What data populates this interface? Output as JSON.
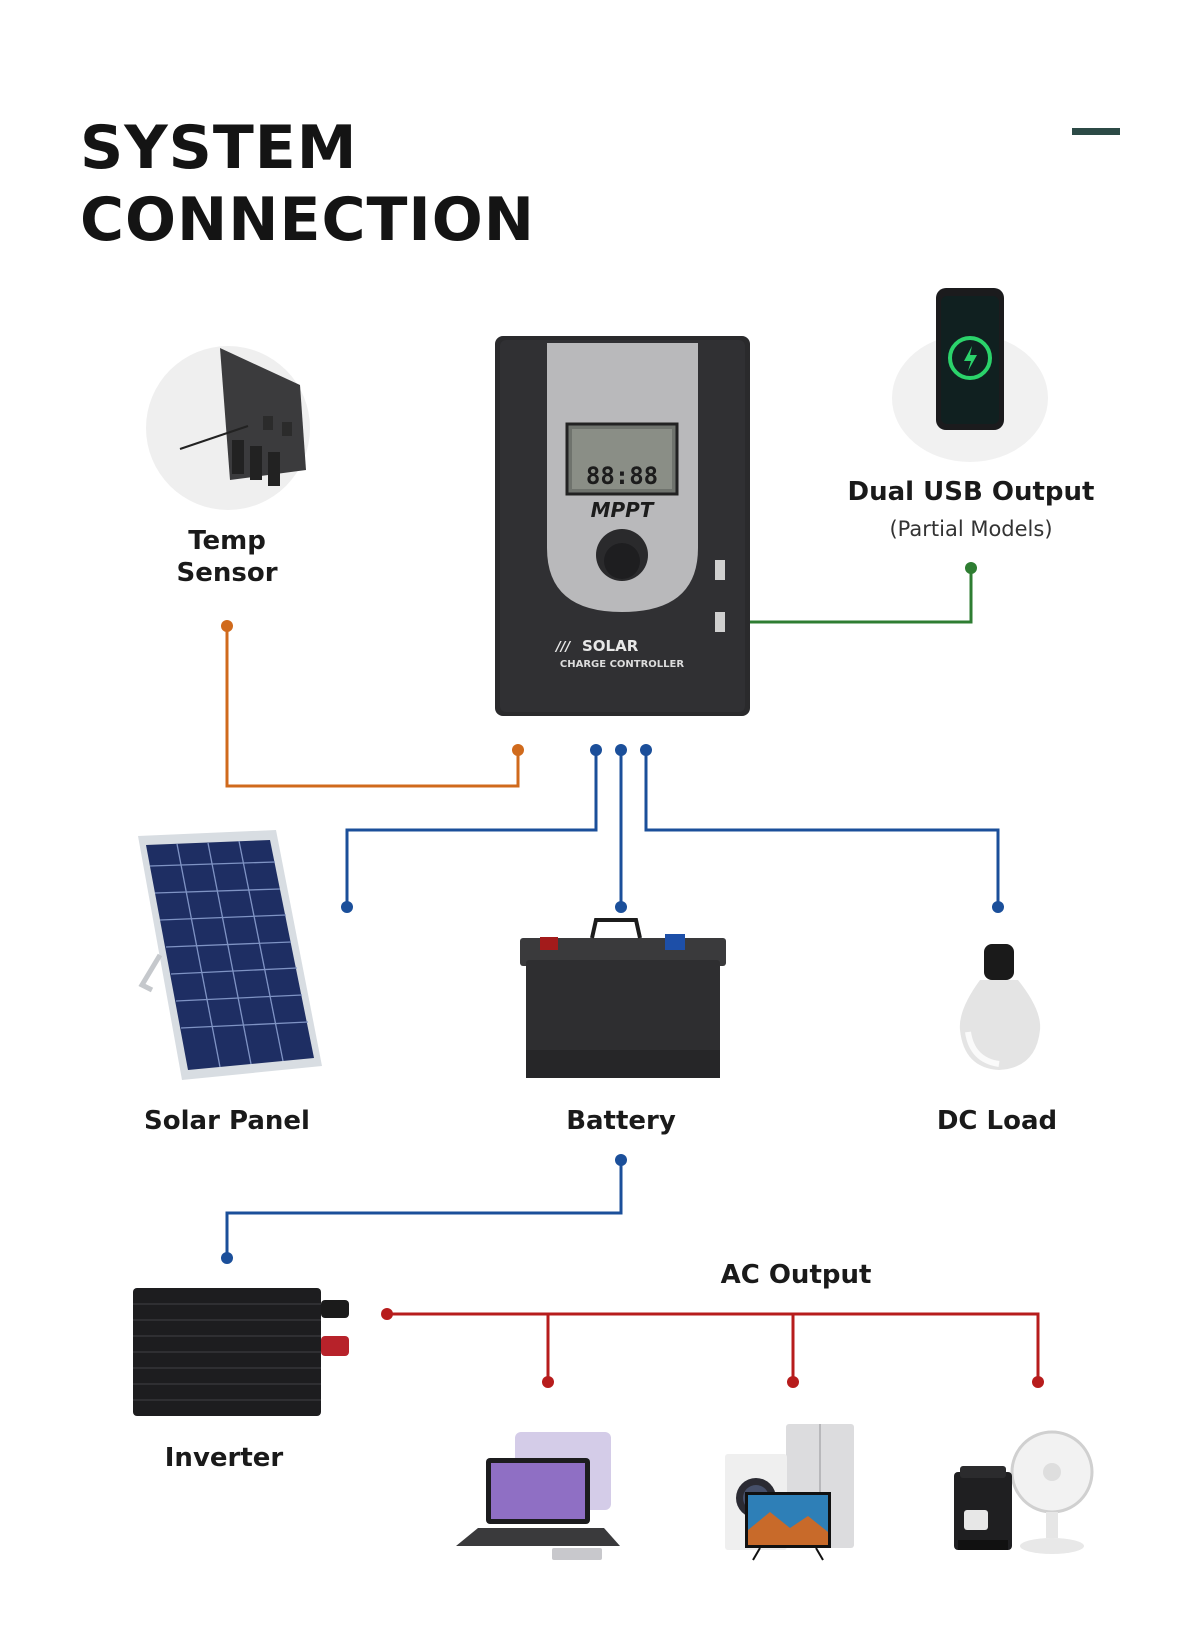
{
  "title": {
    "line1": "SYSTEM",
    "line2": "CONNECTION"
  },
  "colors": {
    "temp_wire": "#d06a1c",
    "dc_wire": "#1b4f9a",
    "usb_wire": "#2e7d32",
    "ac_wire": "#b71c1c",
    "accent": "#2c4a46"
  },
  "controller": {
    "badge": "MPPT",
    "brand": "SOLAR",
    "subtitle": "CHARGE CONTROLLER",
    "display": "88:88"
  },
  "components": {
    "temp_sensor": {
      "line1": "Temp",
      "line2": "Sensor"
    },
    "usb": {
      "label": "Dual USB Output",
      "note": "(Partial Models)"
    },
    "solar_panel": {
      "label": "Solar Panel"
    },
    "battery": {
      "label": "Battery"
    },
    "dc_load": {
      "label": "DC Load"
    },
    "inverter": {
      "label": "Inverter"
    },
    "ac_output": {
      "label": "AC Output"
    }
  },
  "icons": [
    "temp-sensor-icon",
    "usb-phone-icon",
    "solar-panel-icon",
    "battery-icon",
    "light-bulb-icon",
    "inverter-icon",
    "laptop-tablet-icon",
    "appliances-icon",
    "coffee-fan-icon"
  ]
}
